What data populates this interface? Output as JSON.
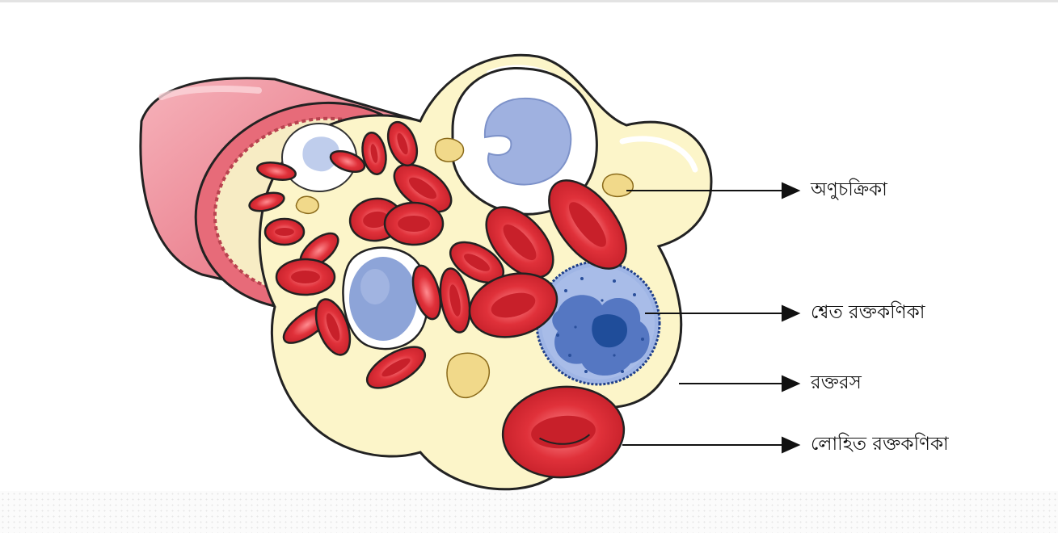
{
  "labels": {
    "platelet": "অণুচক্রিকা",
    "white_blood_cell": "শ্বেত রক্তকণিকা",
    "plasma": "রক্তরস",
    "red_blood_cell": "লোহিত রক্তকণিকা"
  },
  "colors": {
    "plasma": "#fcf5c9",
    "red_cell": "#e0313a",
    "red_cell_dark": "#b8161f",
    "white_cell": "#ffffff",
    "nucleus": "#8fa6d8",
    "nucleus_dark": "#1f4d9a",
    "vessel_wall": "#f08c9a",
    "platelet": "#f1d98a",
    "outline": "#222222"
  }
}
